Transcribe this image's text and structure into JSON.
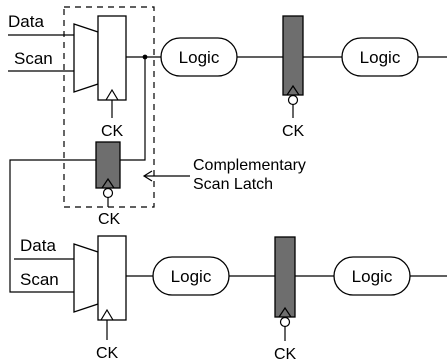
{
  "diagram": {
    "rows": [
      {
        "data_label": "Data",
        "scan_label": "Scan",
        "flop_clock": "CK",
        "logic_1": "Logic",
        "latch_clock": "CK",
        "logic_2": "Logic"
      },
      {
        "data_label": "Data",
        "scan_label": "Scan",
        "flop_clock": "CK",
        "logic_1": "Logic",
        "latch_clock": "CK",
        "logic_2": "Logic"
      }
    ],
    "scan_latch": {
      "clock": "CK",
      "annotation_line1": "Complementary",
      "annotation_line2": "Scan Latch"
    },
    "colors": {
      "latch_fill": "#6e6e6e",
      "stroke": "#000000"
    }
  }
}
